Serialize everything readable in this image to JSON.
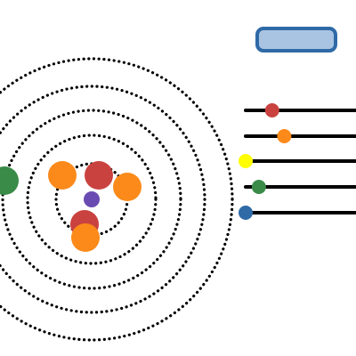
{
  "action_button": {
    "label": ""
  },
  "orbit_diagram": {
    "ring_color": "#000000",
    "ring_count": 5,
    "nucleus": {
      "color": "#6a4bb2"
    },
    "bodies": [
      {
        "id": "green-1",
        "color": "#3a8a48"
      },
      {
        "id": "orange-1",
        "color": "#fb8a1a"
      },
      {
        "id": "red-1",
        "color": "#c9423f"
      },
      {
        "id": "orange-2",
        "color": "#fb8a1a"
      },
      {
        "id": "red-2",
        "color": "#c9423f"
      },
      {
        "id": "orange-3",
        "color": "#fb8a1a"
      }
    ]
  },
  "sliders": {
    "track_color": "#000000",
    "items": [
      {
        "id": "red",
        "color": "#c9423f",
        "level": 0.24
      },
      {
        "id": "orange",
        "color": "#fb8a1a",
        "level": 0.35
      },
      {
        "id": "yellow",
        "color": "#ffff00",
        "level": 0.0
      },
      {
        "id": "green",
        "color": "#3a8a48",
        "level": 0.12
      },
      {
        "id": "blue",
        "color": "#2f6aa7",
        "level": 0.0
      }
    ]
  }
}
